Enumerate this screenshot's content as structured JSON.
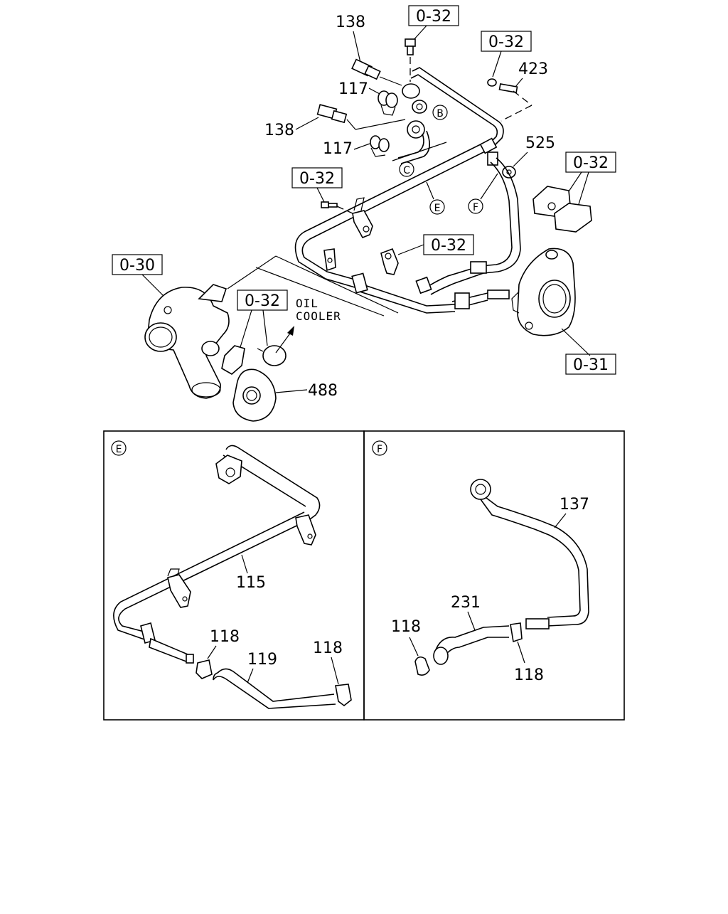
{
  "callouts": {
    "ref_0_32": "0-32",
    "ref_0_30": "0-30",
    "ref_0_31": "0-31",
    "p138": "138",
    "p117": "117",
    "p423": "423",
    "p525": "525",
    "p488": "488",
    "oil_cooler_line1": "OIL",
    "oil_cooler_line2": "COOLER",
    "letter_b": "B",
    "letter_c": "C",
    "letter_e": "E",
    "letter_f": "F"
  },
  "detail_e": {
    "letter": "E",
    "p115": "115",
    "p118": "118",
    "p119": "119"
  },
  "detail_f": {
    "letter": "F",
    "p137": "137",
    "p231": "231",
    "p118": "118"
  }
}
